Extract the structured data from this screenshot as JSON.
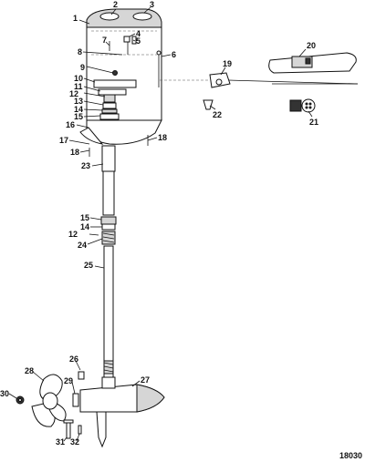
{
  "document_id": "18030",
  "callouts": [
    "1",
    "2",
    "3",
    "4",
    "5",
    "6",
    "7",
    "8",
    "9",
    "10",
    "11",
    "12",
    "13",
    "14",
    "15",
    "16",
    "17",
    "18",
    "18",
    "20",
    "19",
    "21",
    "22",
    "23",
    "15",
    "14",
    "12",
    "24",
    "25",
    "26",
    "27",
    "28",
    "29",
    "30",
    "31",
    "32"
  ]
}
